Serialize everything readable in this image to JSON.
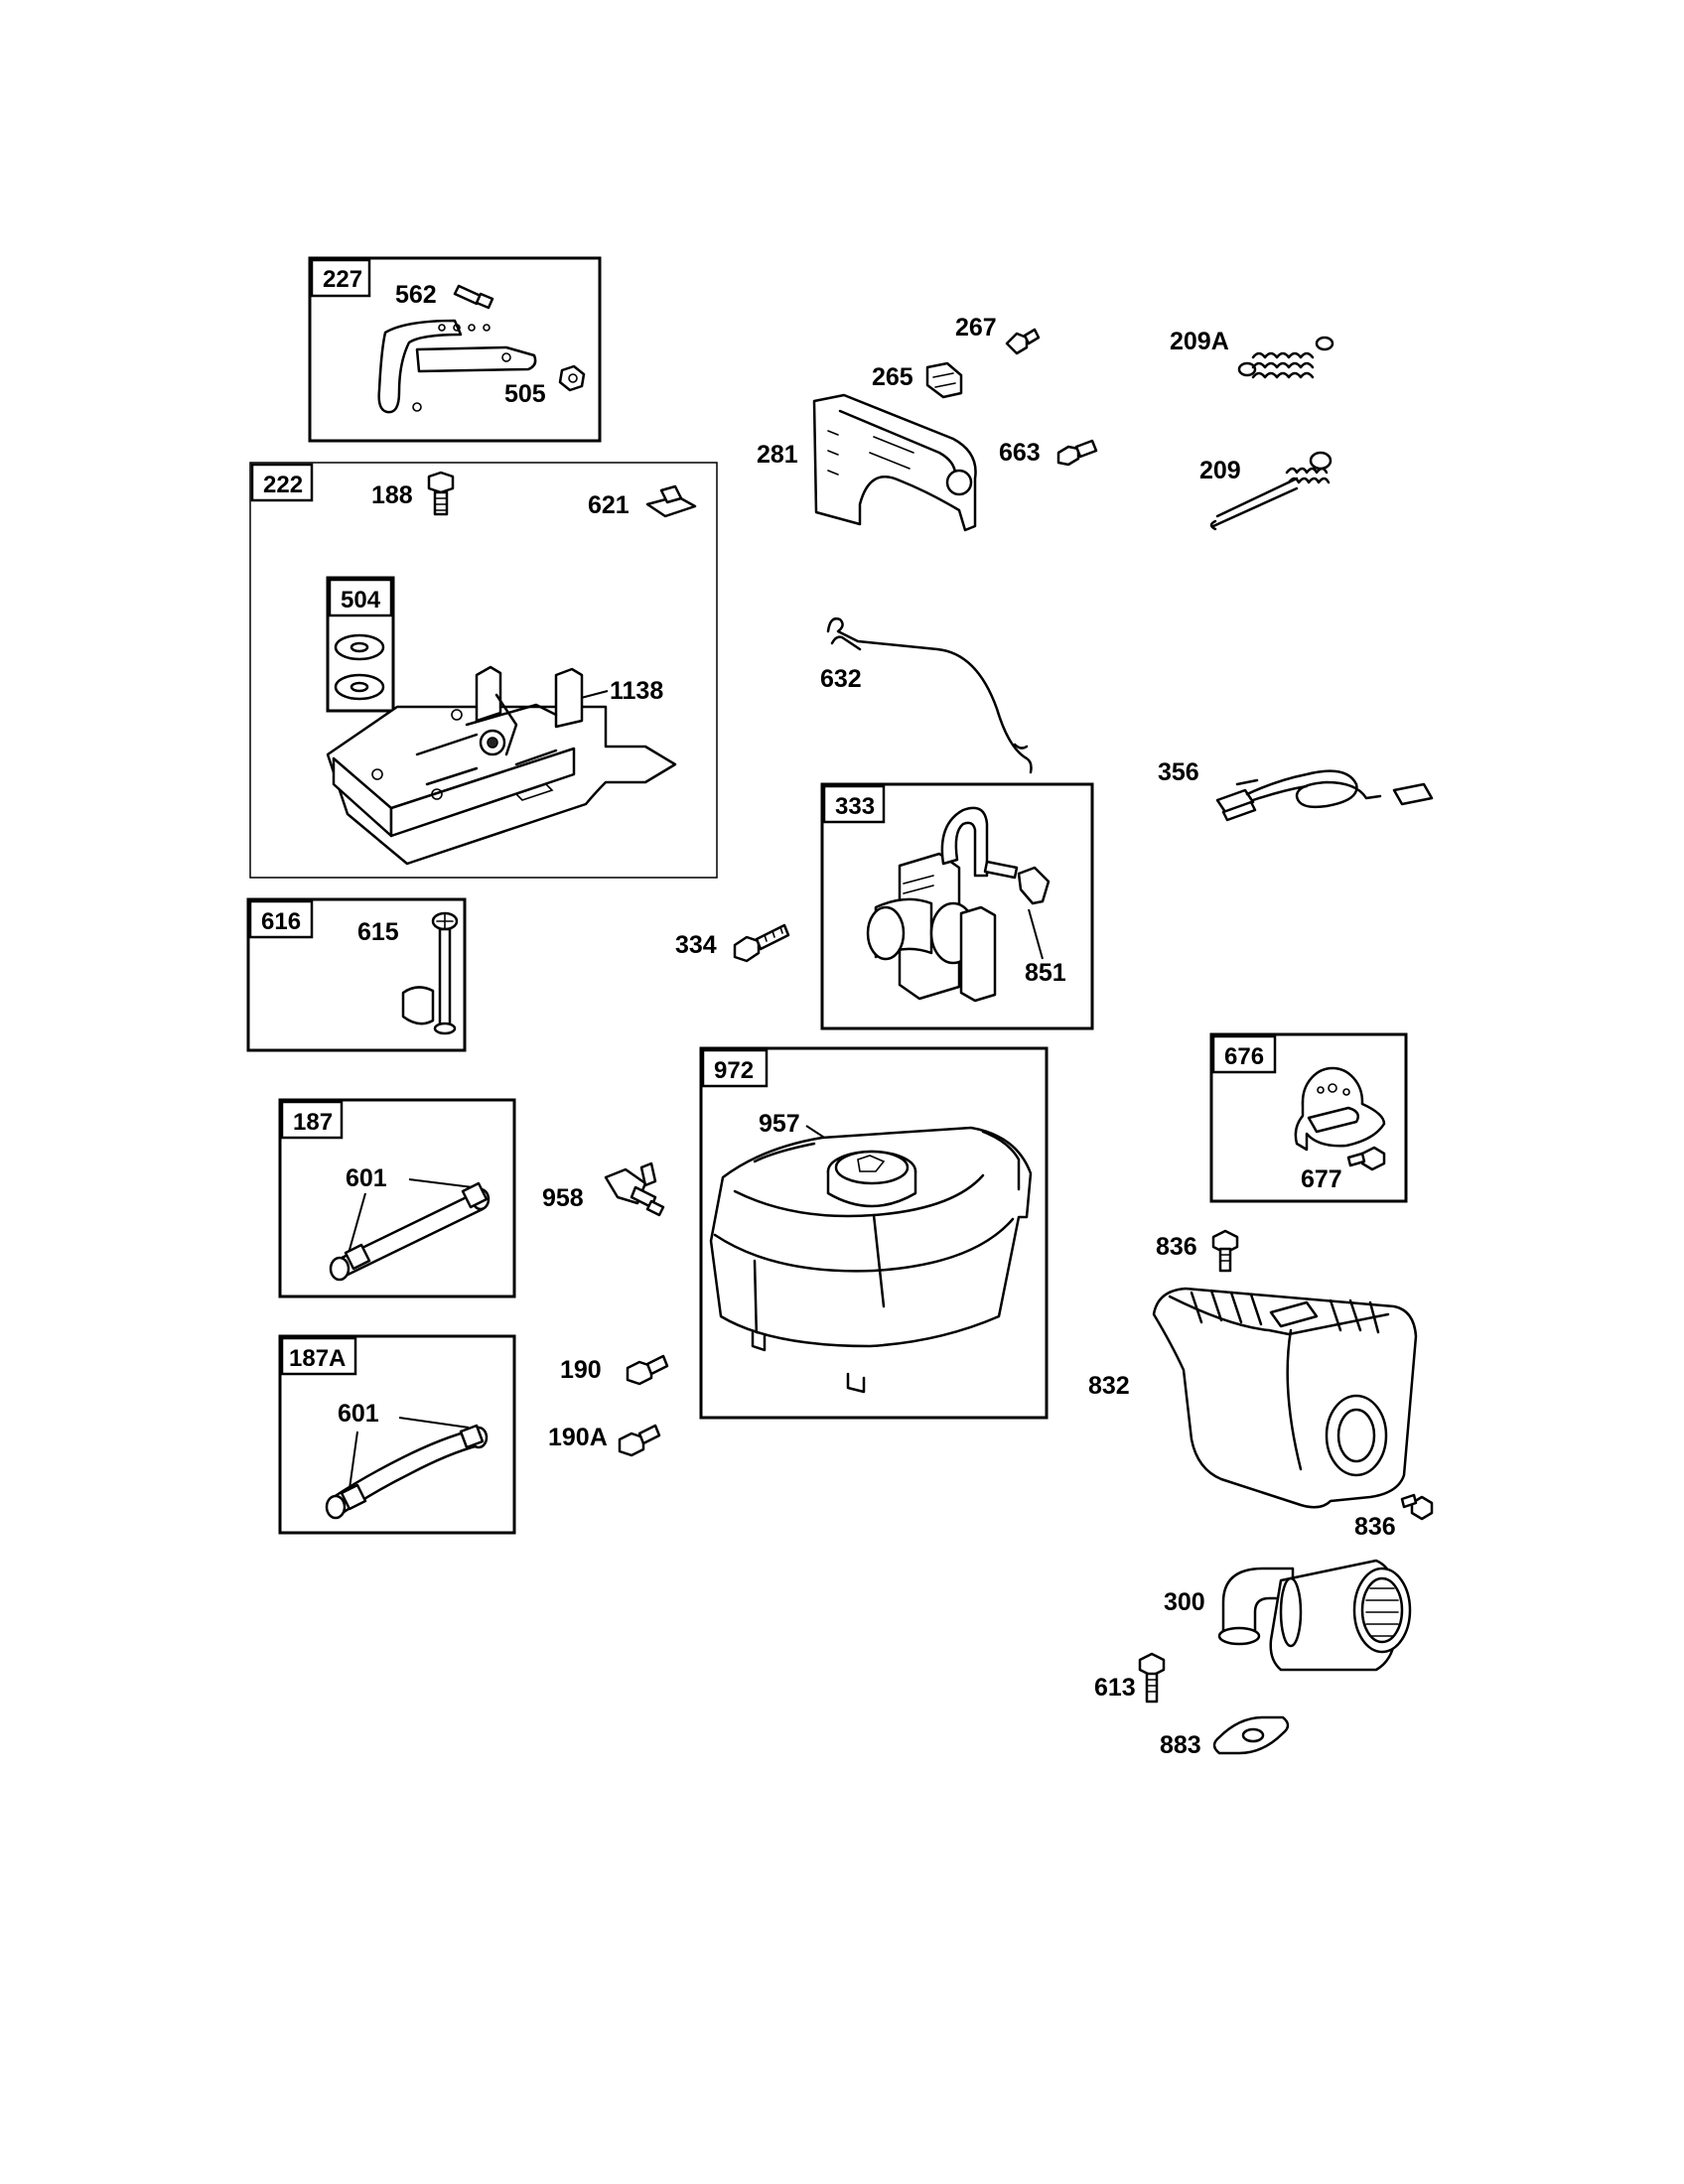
{
  "groups": {
    "g227": "227",
    "g222": "222",
    "g504": "504",
    "g616": "616",
    "g187": "187",
    "g187a": "187A",
    "g333": "333",
    "g972": "972",
    "g676": "676"
  },
  "parts": {
    "p562": "562",
    "p505": "505",
    "p188": "188",
    "p621": "621",
    "p1138": "1138",
    "p615": "615",
    "p601a": "601",
    "p601b": "601",
    "p958": "958",
    "p190": "190",
    "p190a": "190A",
    "p267": "267",
    "p265": "265",
    "p281": "281",
    "p663": "663",
    "p209a": "209A",
    "p209": "209",
    "p632": "632",
    "p356": "356",
    "p334": "334",
    "p851": "851",
    "p957": "957",
    "p677": "677",
    "p836a": "836",
    "p832": "832",
    "p836b": "836",
    "p300": "300",
    "p613": "613",
    "p883": "883"
  }
}
